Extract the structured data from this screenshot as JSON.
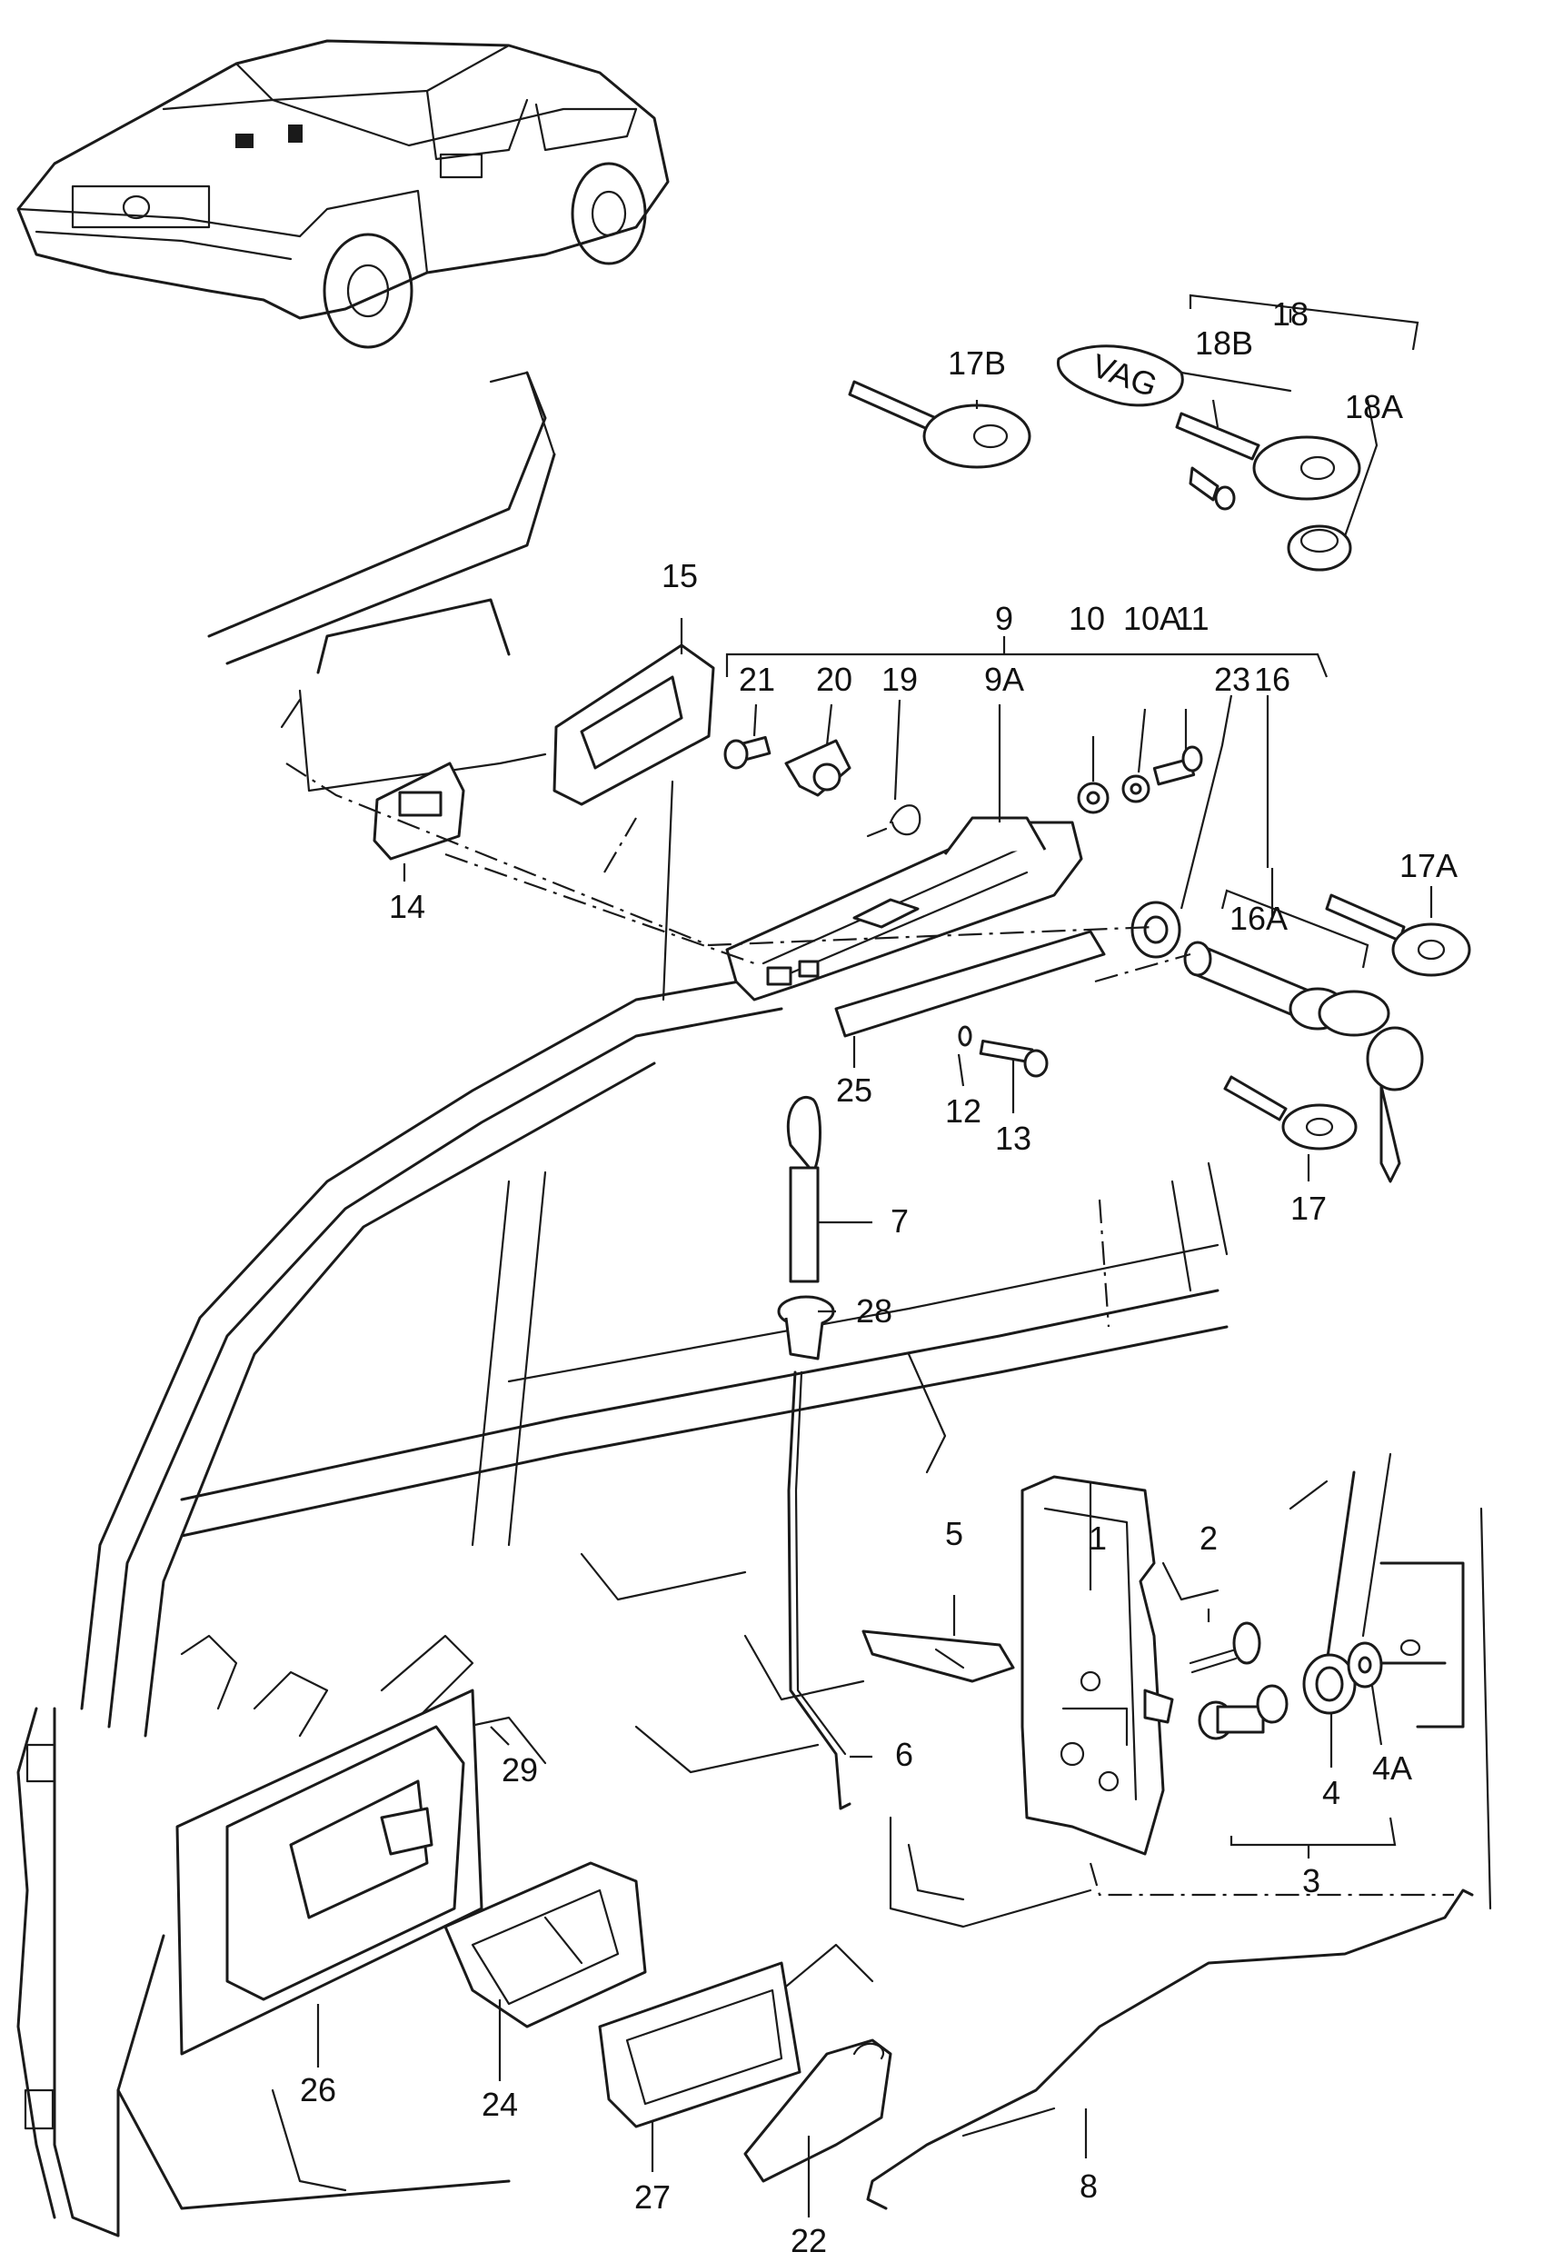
{
  "labels": {
    "p1": "1",
    "p2": "2",
    "p3": "3",
    "p4": "4",
    "p4a": "4A",
    "p5": "5",
    "p6": "6",
    "p7": "7",
    "p8": "8",
    "p9": "9",
    "p9a": "9A",
    "p10": "10",
    "p10a": "10A",
    "p11": "11",
    "p12": "12",
    "p13": "13",
    "p14": "14",
    "p15": "15",
    "p16": "16",
    "p16a": "16A",
    "p17": "17",
    "p17a": "17A",
    "p17b": "17B",
    "p18": "18",
    "p18a": "18A",
    "p18b": "18B",
    "p19": "19",
    "p20": "20",
    "p21": "21",
    "p22": "22",
    "p23": "23",
    "p24": "24",
    "p25": "25",
    "p26": "26",
    "p27": "27",
    "p28": "28",
    "p29": "29"
  },
  "keyring_tag_text": "VAG"
}
